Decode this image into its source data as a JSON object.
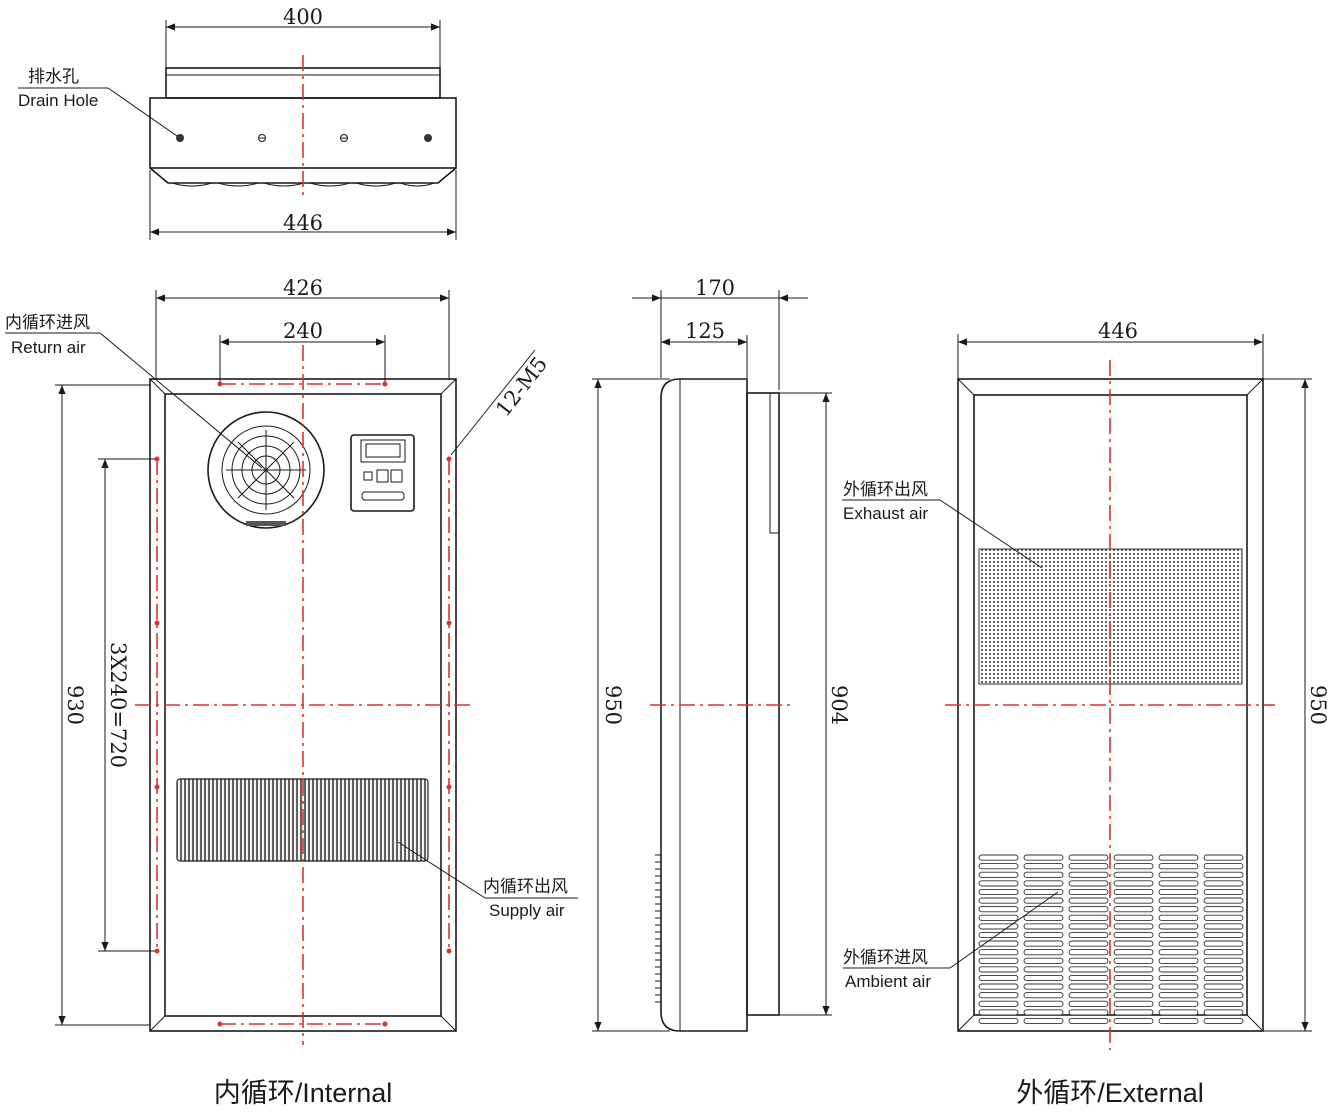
{
  "top_view": {
    "dim_top": "400",
    "dim_bottom": "446",
    "drain_hole_cn": "排水孔",
    "drain_hole_en": "Drain Hole"
  },
  "internal_view": {
    "dim_width": "426",
    "dim_hole_spacing": "240",
    "dim_height": "930",
    "dim_vertical_holes": "3X240=720",
    "dim_screws": "12-M5",
    "return_air_cn": "内循环进风",
    "return_air_en": "Return air",
    "supply_air_cn": "内循环出风",
    "supply_air_en": "Supply air",
    "caption": "内循环/Internal"
  },
  "side_view": {
    "dim_depth_total": "170",
    "dim_depth_body": "125",
    "dim_height_total": "950",
    "dim_height_gasket": "904"
  },
  "external_view": {
    "dim_width": "446",
    "dim_height": "950",
    "exhaust_air_cn": "外循环出风",
    "exhaust_air_en": "Exhaust air",
    "ambient_air_cn": "外循环进风",
    "ambient_air_en": "Ambient air",
    "caption": "外循环/External"
  }
}
